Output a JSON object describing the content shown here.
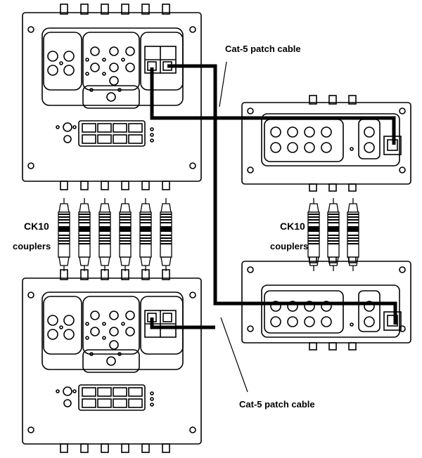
{
  "labels": {
    "cable_top": "Cat-5 patch cable",
    "cable_bottom": "Cat-5 patch cable",
    "ck10_left_line1": "CK10",
    "ck10_left_line2": "couplers",
    "ck10_right_line1": "CK10",
    "ck10_right_line2": "couplers"
  },
  "colors": {
    "ink": "#000000",
    "paper": "#ffffff"
  }
}
